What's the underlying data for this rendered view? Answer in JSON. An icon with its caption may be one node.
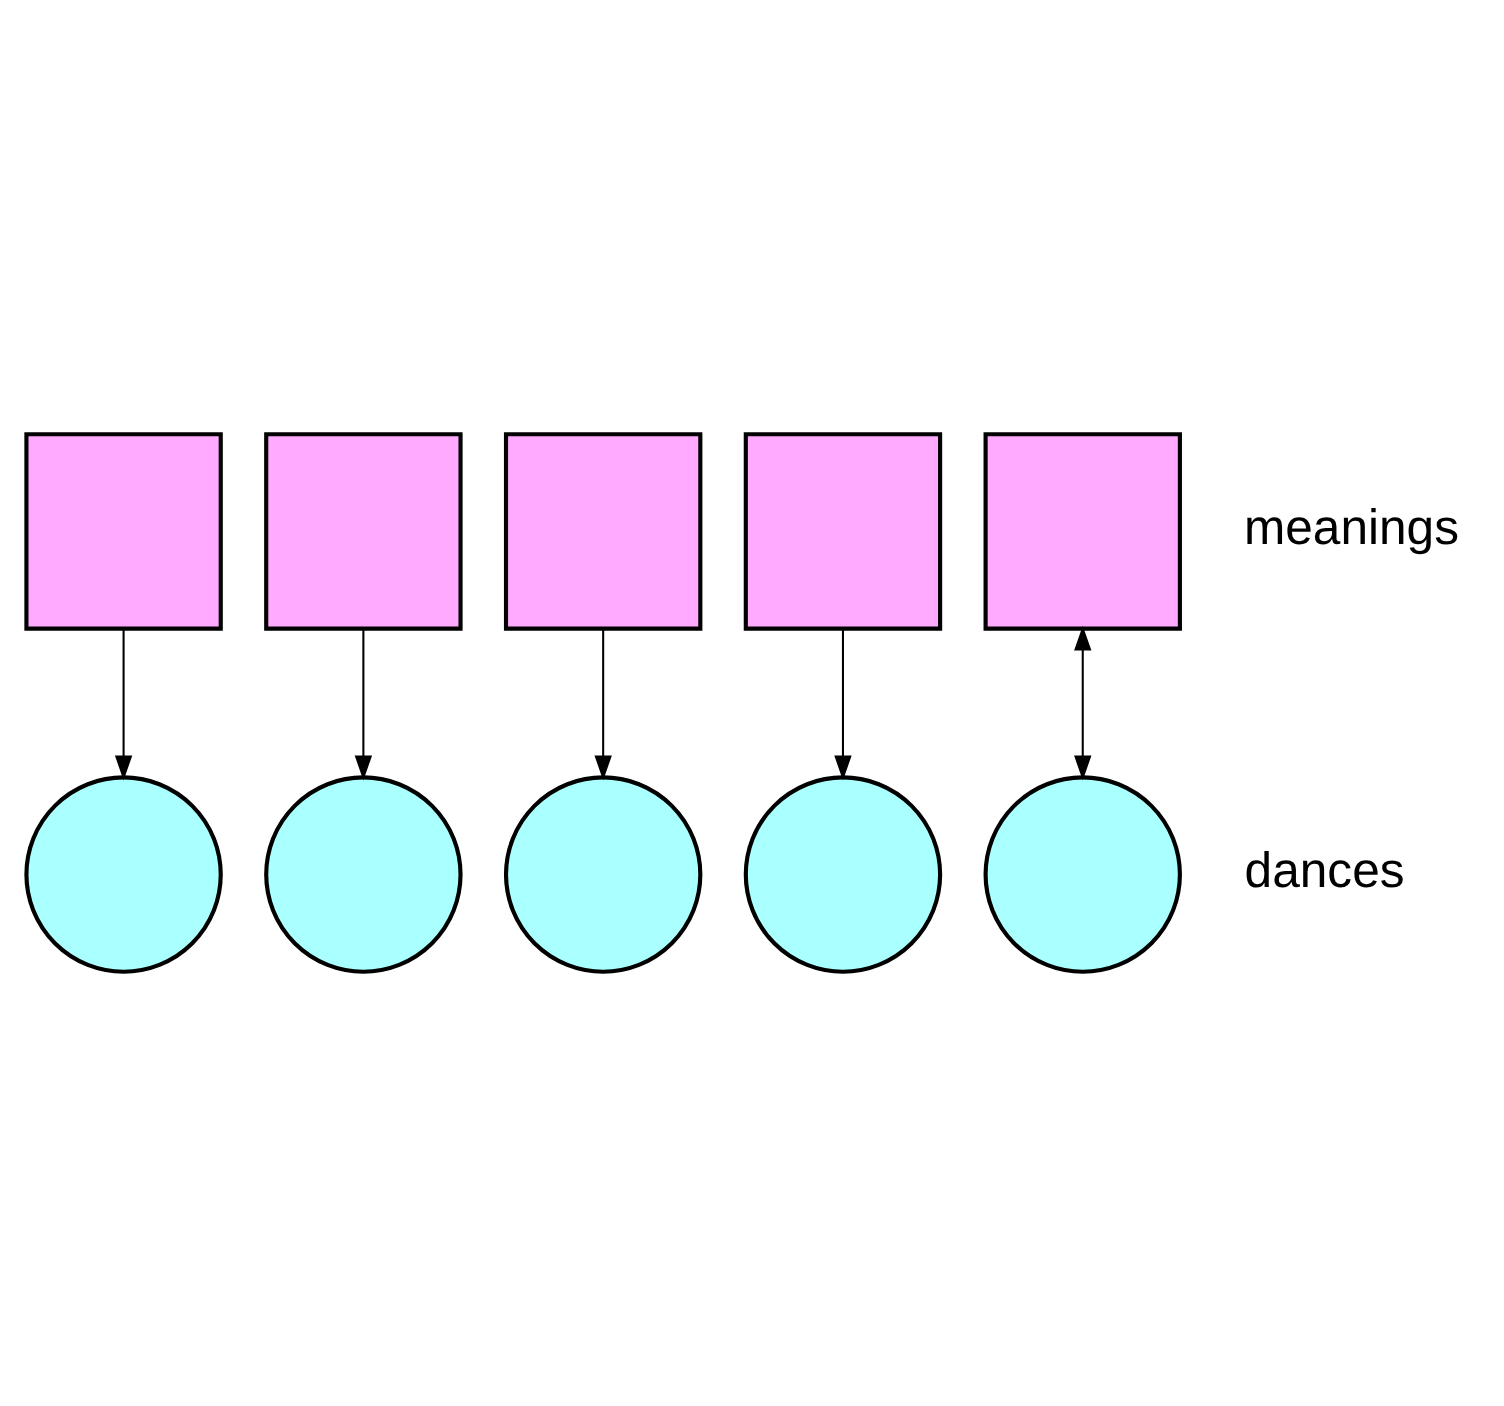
{
  "diagram": {
    "nodes": [
      {
        "text": [],
        "shape": "box"
      },
      {
        "text": [],
        "shape": "box"
      },
      {
        "text": [],
        "shape": "box"
      },
      {
        "text": [],
        "shape": "box"
      },
      {
        "text": [],
        "shape": "box"
      },
      {
        "text": [],
        "shape": "circle"
      },
      {
        "text": [],
        "shape": "circle"
      },
      {
        "text": [],
        "shape": "circle"
      },
      {
        "text": [],
        "shape": "circle"
      },
      {
        "text": [],
        "shape": "circle"
      }
    ],
    "edges": [
      {
        "from": 0,
        "to": 5,
        "arrow": "to"
      },
      {
        "from": 1,
        "to": 6,
        "arrow": "to"
      },
      {
        "from": 2,
        "to": 7,
        "arrow": "to"
      },
      {
        "from": 3,
        "to": 8,
        "arrow": "to"
      },
      {
        "from": 4,
        "to": 9,
        "arrow": "both"
      }
    ],
    "labels": [
      "meanings",
      "dances"
    ]
  }
}
